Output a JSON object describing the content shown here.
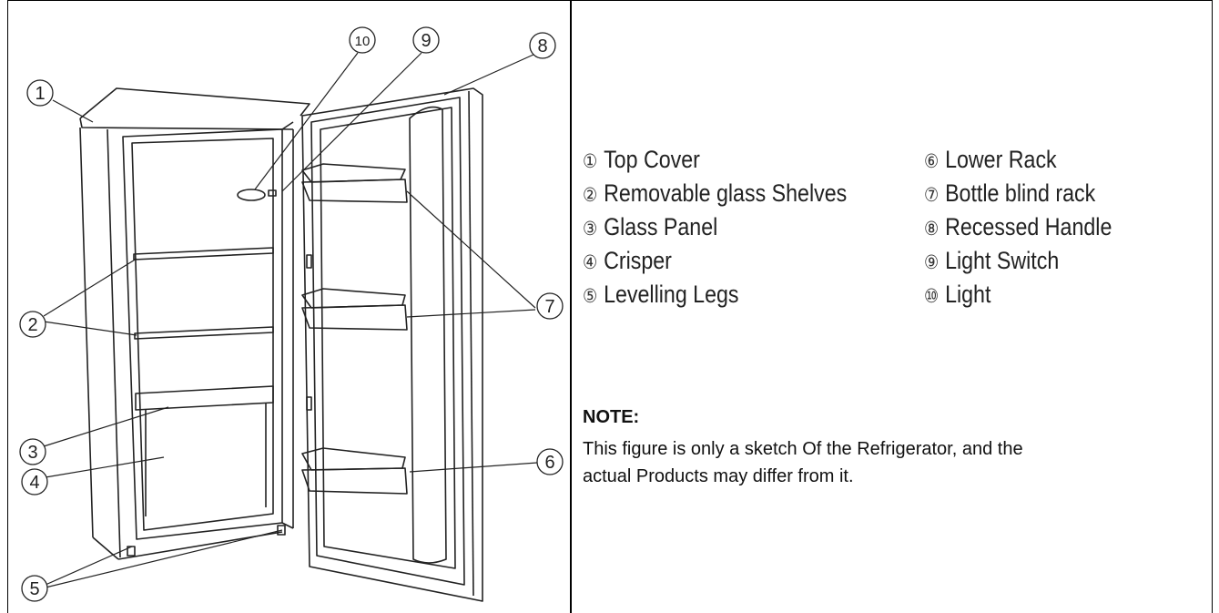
{
  "diagram": {
    "callout_numbers": [
      "1",
      "2",
      "3",
      "4",
      "5",
      "6",
      "7",
      "8",
      "9",
      "10"
    ]
  },
  "legend": {
    "left": [
      {
        "num": "①",
        "label": "Top Cover"
      },
      {
        "num": "②",
        "label": "Removable glass  Shelves"
      },
      {
        "num": "③",
        "label": "Glass Panel"
      },
      {
        "num": "④",
        "label": "Crisper"
      },
      {
        "num": "⑤",
        "label": "Levelling Legs"
      }
    ],
    "right": [
      {
        "num": "⑥",
        "label": "Lower  Rack"
      },
      {
        "num": "⑦",
        "label": "Bottle  blind  rack"
      },
      {
        "num": "⑧",
        "label": "Recessed  Handle"
      },
      {
        "num": "⑨",
        "label": "Light Switch"
      },
      {
        "num": "⑩",
        "label": "Light"
      }
    ]
  },
  "note": {
    "title": "NOTE:",
    "line1": "This figure is only a sketch Of the Refrigerator, and the",
    "line2": "actual Products may differ from it."
  }
}
